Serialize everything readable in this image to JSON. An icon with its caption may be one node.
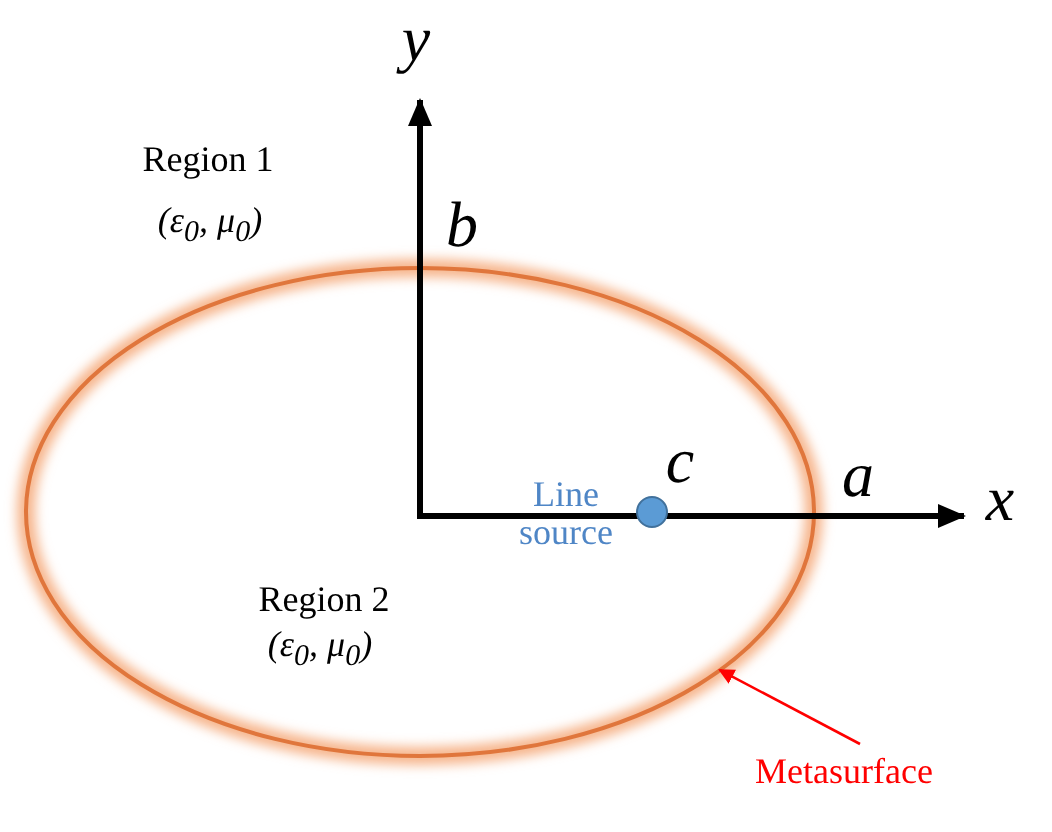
{
  "diagram": {
    "nodes": [
      {
        "text": [
          "Metasurface"
        ]
      },
      {
        "text": [],
        "shape": "ellipse"
      }
    ],
    "edges": [
      {
        "from": 0,
        "to": 1,
        "arrow": "to",
        "color": "#ff0000"
      }
    ],
    "labels": [
      "y",
      "Region 1",
      "(ε$_{0}$, μ$_{0}$)",
      "b",
      "c",
      "Line source",
      "a",
      "x",
      "Region 2",
      "(ε$_{0}$, μ$_{0}$)"
    ]
  }
}
